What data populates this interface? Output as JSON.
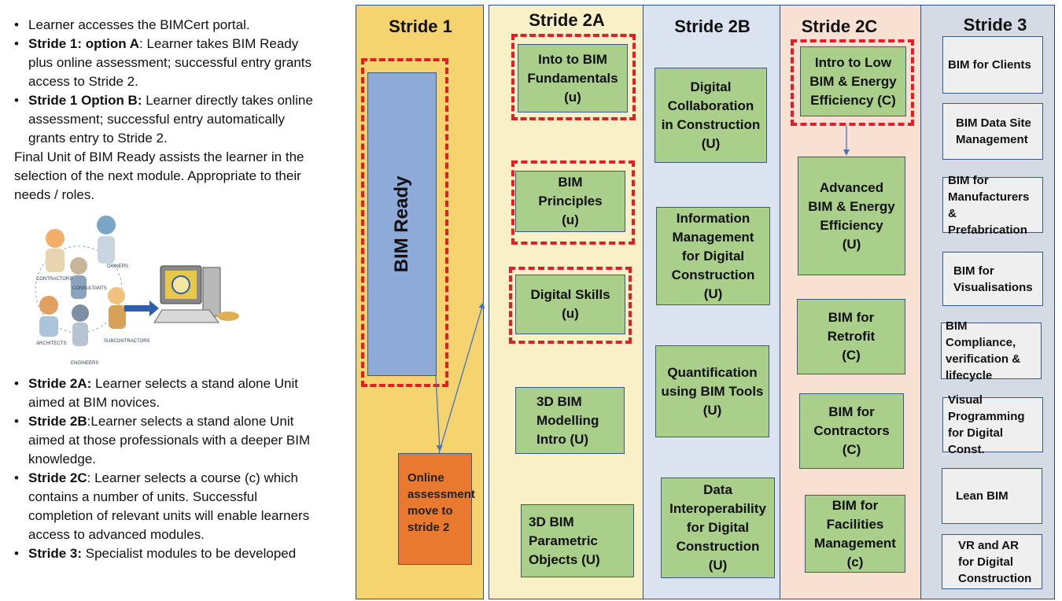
{
  "left_notes": {
    "intro_bullets": [
      {
        "bold": "",
        "text": "Learner accesses the BIMCert portal."
      },
      {
        "bold": "Stride 1: option A",
        "text": ": Learner takes BIM Ready plus online assessment; successful entry grants access to Stride 2."
      },
      {
        "bold": "Stride 1 Option B:",
        "text": " Learner directly takes online assessment; successful entry automatically grants entry to Stride 2."
      }
    ],
    "final_unit_text": "Final Unit of BIM Ready assists the learner in the selection of the next module. Appropriate to their needs  / roles.",
    "illustration_labels": [
      "CONTRACTORS",
      "CONSULTANTS",
      "OWNERS",
      "ARCHITECTS",
      "SUBCONTRACTORS",
      "ENGINEERS"
    ],
    "stride_bullets": [
      {
        "bold": "Stride 2A:",
        "text": " Learner selects a stand alone Unit aimed at BIM novices."
      },
      {
        "bold": "Stride 2B",
        "text": ":Learner selects a stand alone Unit aimed at those professionals with a deeper BIM knowledge."
      },
      {
        "bold": "Stride 2C",
        "text": ": Learner selects a course (c) which contains a number of units. Successful completion of relevant units will enable learners access to advanced modules."
      },
      {
        "bold": "Stride 3:",
        "text": " Specialist modules to be developed"
      }
    ]
  },
  "columns": [
    {
      "title": "Stride 1",
      "color": "#f5d36e"
    },
    {
      "title": "Stride 2A",
      "color": "#faf0c8"
    },
    {
      "title": "Stride 2B",
      "color": "#dbe3f0"
    },
    {
      "title": "Stride 2C",
      "color": "#f8e0d2"
    },
    {
      "title": "Stride 3",
      "color": "#d5dbe4"
    }
  ],
  "stride1": {
    "bim_ready": "BIM  Ready",
    "online_assessment": "Online assessment move to stride 2"
  },
  "stride2a": [
    "Into to BIM\nFundamentals\n(u)",
    "BIM\nPrinciples\n(u)",
    "Digital Skills\n(u)",
    "3D BIM\nModelling\nIntro  (U)",
    "3D BIM\nParametric\nObjects (U)"
  ],
  "stride2b": [
    "Digital\nCollaboration\nin Construction\n(U)",
    "Information\nManagement\nfor Digital\nConstruction\n(U)",
    "Quantification\nusing BIM Tools\n(U)",
    "Data\nInteroperability\nfor Digital\nConstruction\n(U)"
  ],
  "stride2c": [
    "Intro to Low\nBIM & Energy\nEfficiency (C)",
    "Advanced\nBIM & Energy\nEfficiency\n(U)",
    "BIM for\nRetrofit\n(C)",
    "BIM for\nContractors\n(C)",
    "BIM for\nFacilities\nManagement\n(c)"
  ],
  "stride3": [
    "BIM for Clients",
    "BIM Data Site\nManagement",
    "BIM for\nManufacturers\n& Prefabrication",
    "BIM for\nVisualisations",
    "BIM Compliance,\nverification &\nlifecycle",
    "Visual\nProgramming\nfor Digital Const.",
    "Lean BIM",
    "VR and AR\nfor Digital\nConstruction"
  ],
  "colors": {
    "module_green": "#a9cf8a",
    "bim_ready_blue": "#8eaad8",
    "assessment_orange": "#e8792e",
    "dashed_red": "#e21f26",
    "arrow_blue": "#4472c4"
  }
}
